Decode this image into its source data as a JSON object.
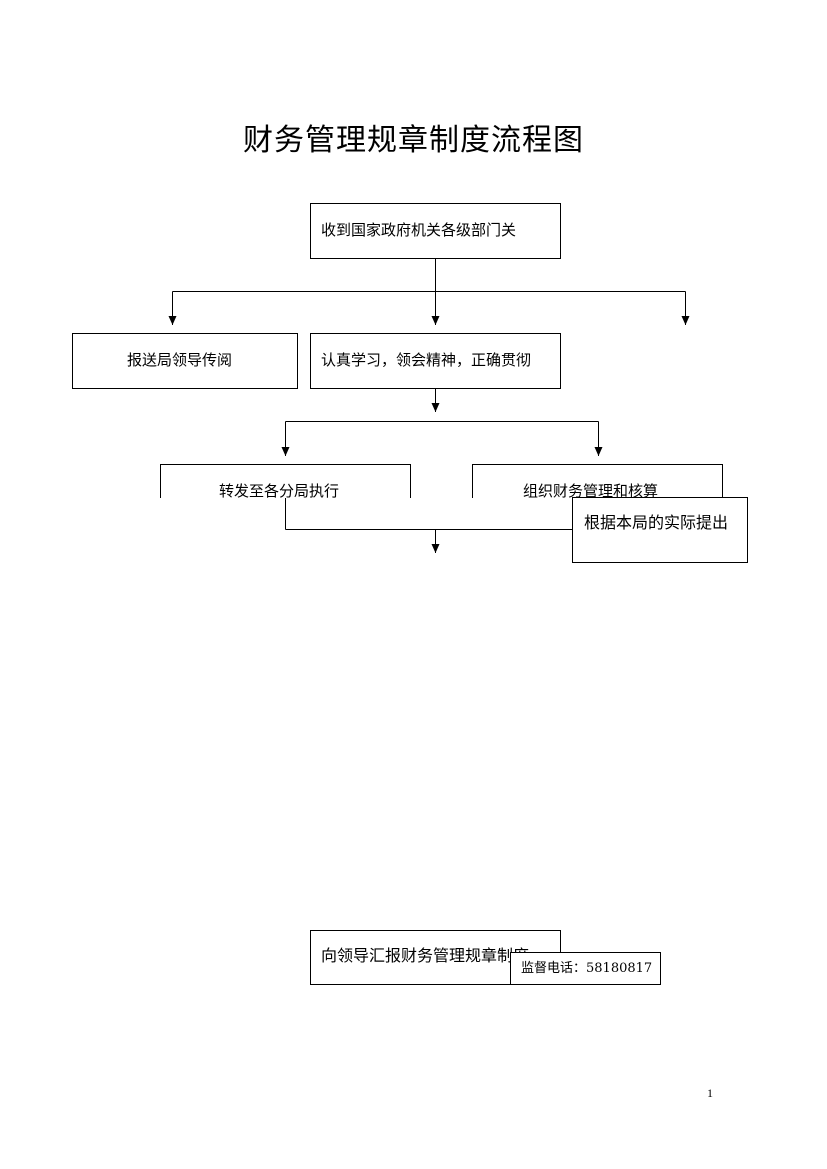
{
  "document": {
    "title": "财务管理规章制度流程图",
    "page_number": "1"
  },
  "flowchart": {
    "nodes": {
      "receive": "收到国家政府机关各级部门关",
      "report_leaders": "报送局领导传阅",
      "study": "认真学习，领会精神，正确贯彻",
      "forward_branches": "转发至各分局执行",
      "organize_accounting": "组织财务管理和核算",
      "local_proposal": "根据本局的实际提出",
      "report_rules": "向领导汇报财务管理规章制度",
      "supervision_phone": "监督电话：58180817"
    },
    "colors": {
      "line": "#000000",
      "box_border": "#000000",
      "background": "#ffffff"
    }
  }
}
